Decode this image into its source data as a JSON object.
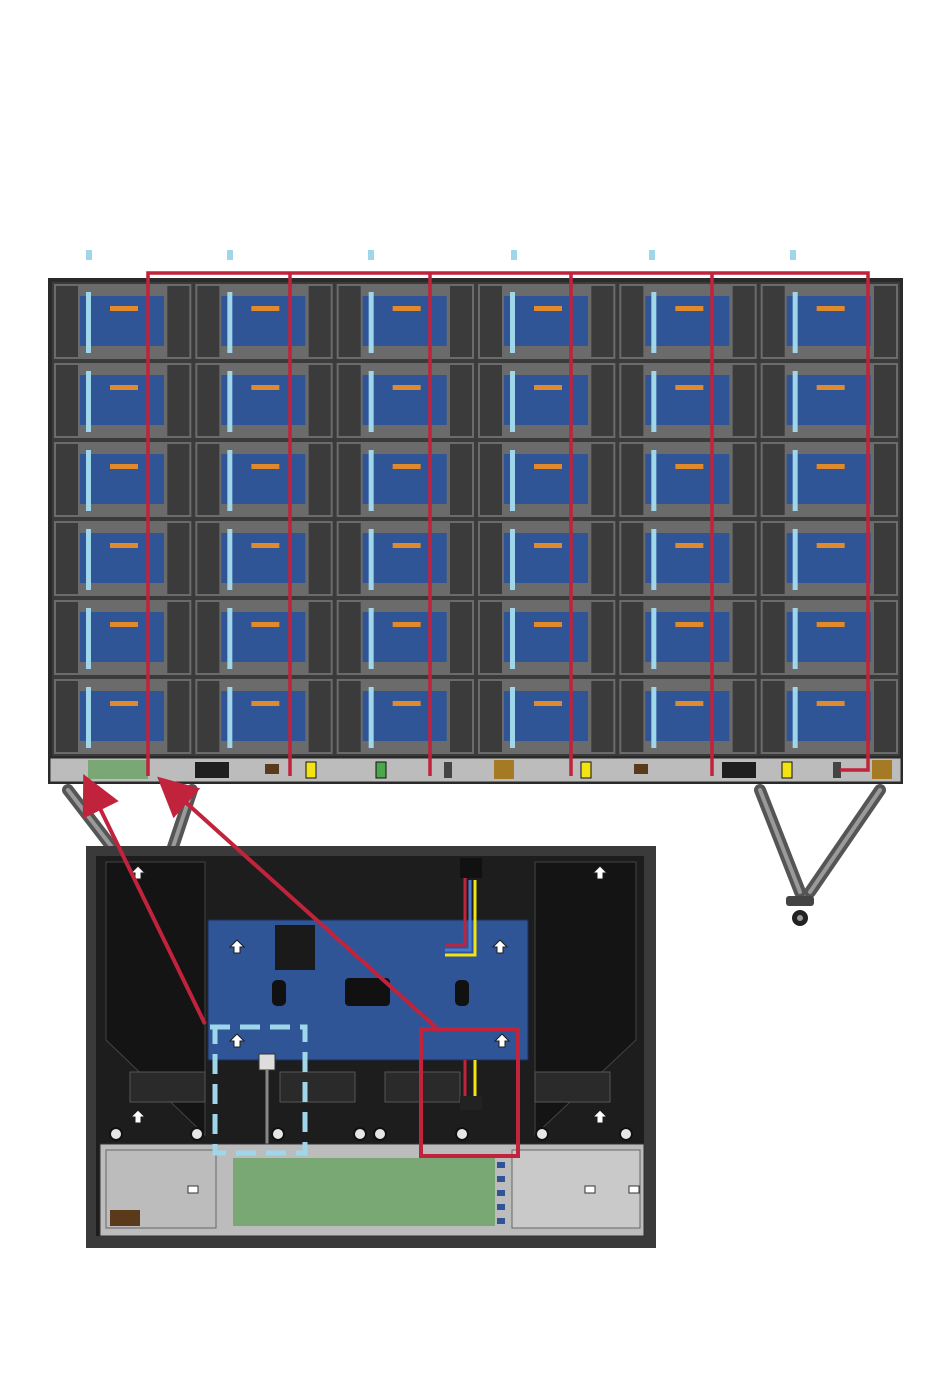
{
  "diagram": {
    "wall_columns": 6,
    "wall_rows": 6,
    "colors": {
      "background": "#ffffff",
      "frame": "#2a2a2a",
      "cabinet": "#6b6b6b",
      "cabinet_dark": "#3b3b3b",
      "module_board": "#2f5597",
      "connector": "#e08a2c",
      "power_cable": "#c0233b",
      "data_cable": "#9fd6ea",
      "accent_yellow": "#f2e313",
      "accent_green": "#7aa874",
      "rail": "#bcbcbc",
      "gold_block": "#a47a24"
    },
    "icons": [
      "arrow-up-icon",
      "wheel-caster-icon"
    ],
    "callout": {
      "name": "cabinet-detail-zoom",
      "panel_color": "#3a3a3a"
    }
  }
}
